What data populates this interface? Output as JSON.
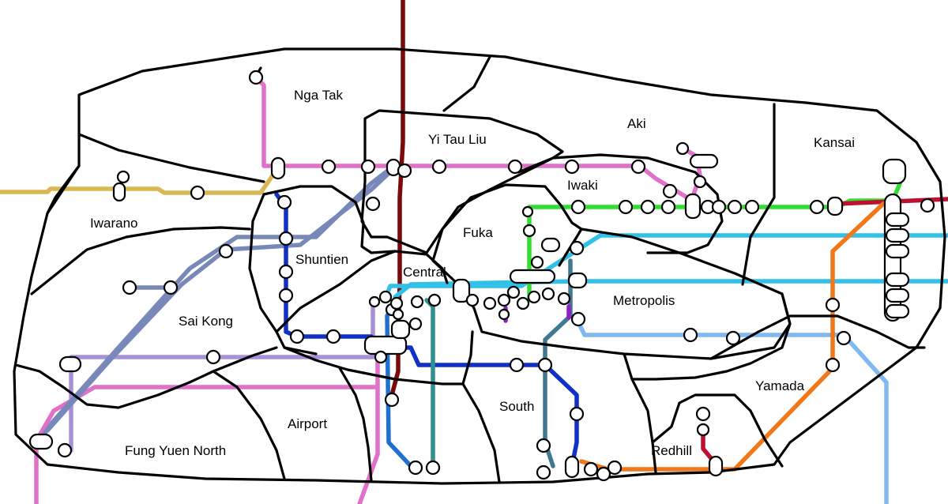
{
  "map": {
    "districts": [
      {
        "id": "nga-tak",
        "label": "Nga Tak"
      },
      {
        "id": "yi-tau-liu",
        "label": "Yi Tau Liu"
      },
      {
        "id": "aki",
        "label": "Aki"
      },
      {
        "id": "kansai",
        "label": "Kansai"
      },
      {
        "id": "iwaki",
        "label": "Iwaki"
      },
      {
        "id": "iwarano",
        "label": "Iwarano"
      },
      {
        "id": "fuka",
        "label": "Fuka"
      },
      {
        "id": "shuntien",
        "label": "Shuntien"
      },
      {
        "id": "central",
        "label": "Central"
      },
      {
        "id": "metropolis",
        "label": "Metropolis"
      },
      {
        "id": "sai-kong",
        "label": "Sai Kong"
      },
      {
        "id": "yamada",
        "label": "Yamada"
      },
      {
        "id": "south",
        "label": "South"
      },
      {
        "id": "airport",
        "label": "Airport"
      },
      {
        "id": "redhill",
        "label": "Redhill"
      },
      {
        "id": "fung-yuen-north",
        "label": "Fung Yuen North"
      }
    ],
    "line_colors": {
      "maroon": "#7a0a0a",
      "pink": "#e070c8",
      "gold": "#d8b850",
      "slate": "#7888b8",
      "lavender": "#a890d8",
      "navy": "#1030c8",
      "green": "#30e030",
      "cyan": "#30c0e8",
      "sky": "#80b8f0",
      "orange": "#f07818",
      "teal": "#309090",
      "steel": "#407890",
      "blue": "#2070d0",
      "crimson": "#c01030",
      "purple": "#9020c0"
    }
  }
}
